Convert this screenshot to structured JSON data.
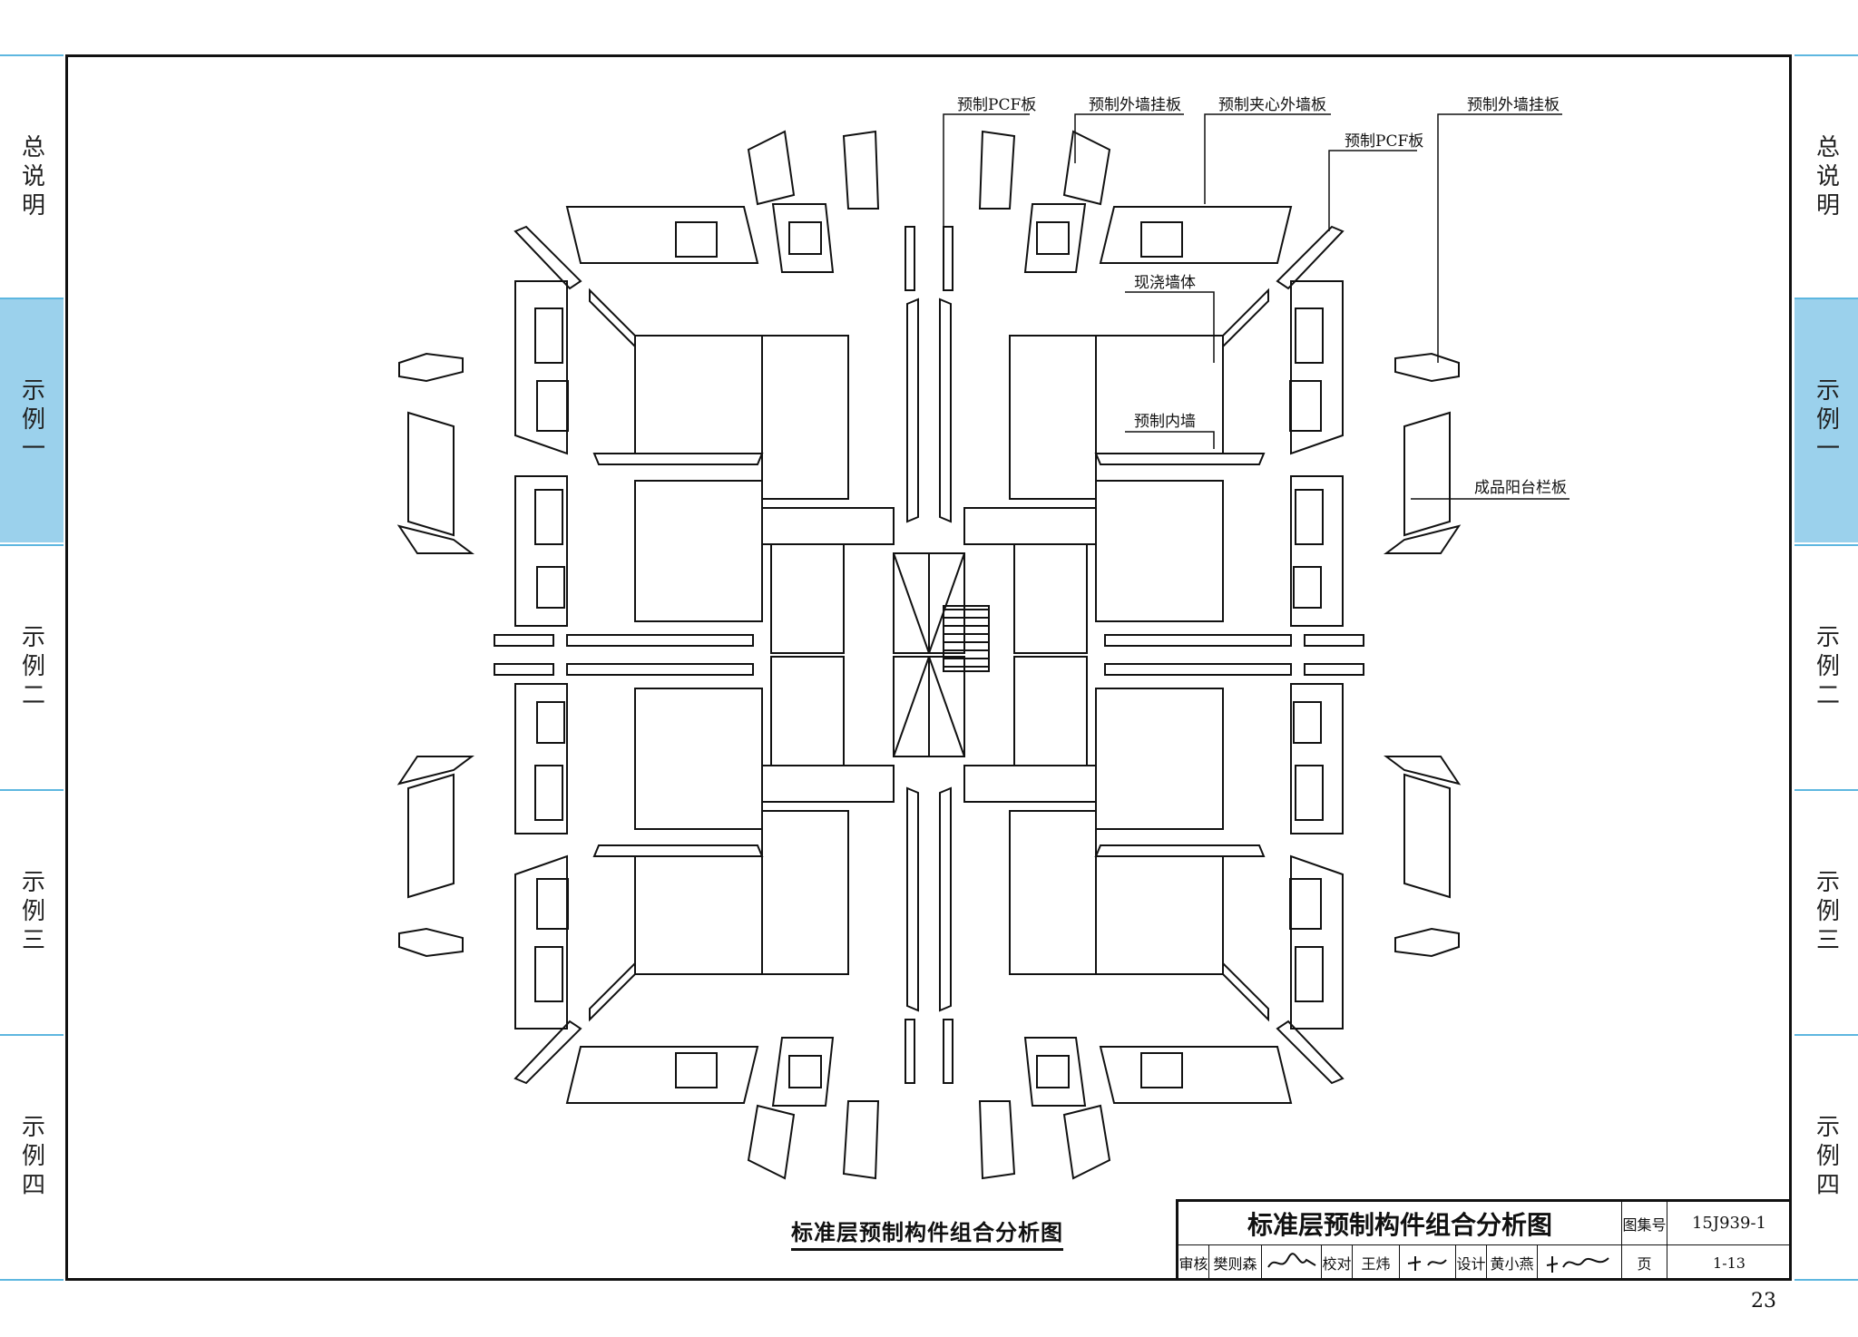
{
  "side_tabs": [
    {
      "label": "总说明",
      "active": false
    },
    {
      "label": "示例一",
      "active": true
    },
    {
      "label": "示例二",
      "active": false
    },
    {
      "label": "示例三",
      "active": false
    },
    {
      "label": "示例四",
      "active": false
    }
  ],
  "callouts": {
    "pcf_top_left": "预制PCF板",
    "ext_hang_left": "预制外墙挂板",
    "sandwich_wall": "预制夹心外墙板",
    "pcf_top_right": "预制PCF板",
    "ext_hang_right": "预制外墙挂板",
    "cast_wall": "现浇墙体",
    "inner_wall": "预制内墙",
    "balcony_rail": "成品阳台栏板"
  },
  "caption": "标准层预制构件组合分析图",
  "title_block": {
    "title": "标准层预制构件组合分析图",
    "atlas_label": "图集号",
    "atlas_no": "15J939-1",
    "review_label": "审核",
    "review_name": "樊则森",
    "check_label": "校对",
    "check_name": "王炜",
    "design_label": "设计",
    "design_name": "黄小燕",
    "page_label": "页",
    "page_value": "1-13"
  },
  "page_number": "23",
  "colors": {
    "tab_active": "#9bd1ec",
    "tab_line": "#5eb7e0",
    "ink": "#111111"
  }
}
